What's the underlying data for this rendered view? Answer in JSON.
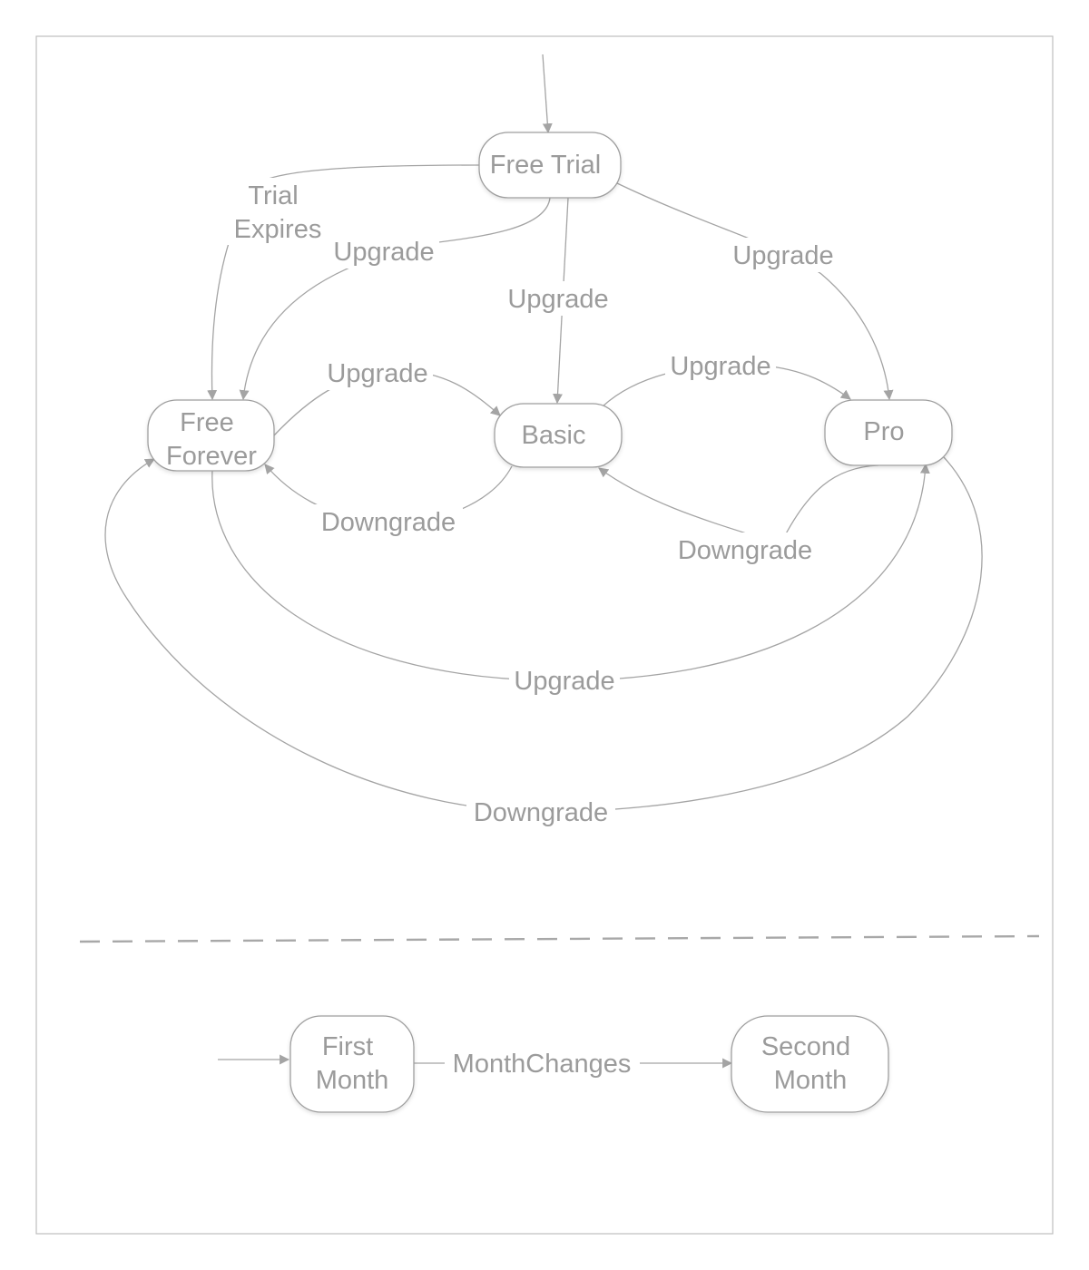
{
  "nodes": {
    "free_trial": [
      "Free Trial"
    ],
    "free_forever": [
      "Free",
      "Forever"
    ],
    "basic": [
      "Basic"
    ],
    "pro": [
      "Pro"
    ],
    "first_month": [
      "First",
      "Month"
    ],
    "second_month": [
      "Second",
      "Month"
    ]
  },
  "edges": {
    "trial_expires": [
      "Trial",
      "Expires"
    ],
    "trial_to_free_upgrade": "Upgrade",
    "trial_to_basic_upgrade": "Upgrade",
    "trial_to_pro_upgrade": "Upgrade",
    "free_to_basic_upgrade": "Upgrade",
    "basic_to_pro_upgrade": "Upgrade",
    "basic_to_free_downgrade": "Downgrade",
    "pro_to_basic_downgrade": "Downgrade",
    "free_to_pro_upgrade": "Upgrade",
    "pro_to_free_downgrade": "Downgrade",
    "month_changes": "MonthChanges"
  }
}
